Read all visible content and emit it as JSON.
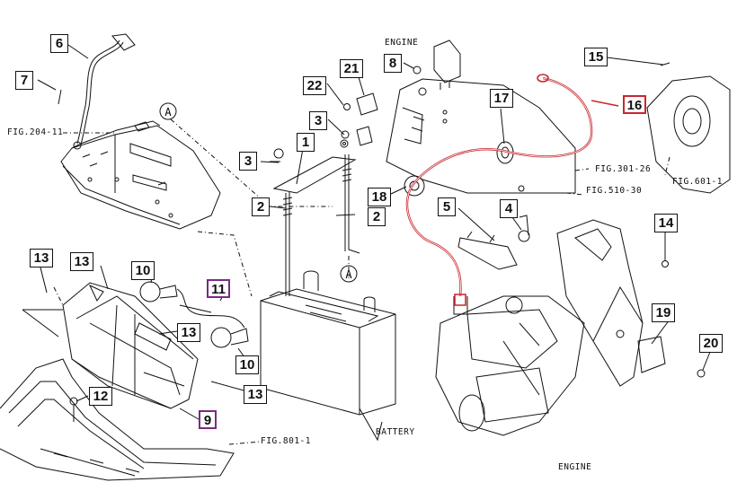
{
  "callouts": [
    {
      "id": "1",
      "accent": "normal"
    },
    {
      "id": "2",
      "accent": "normal"
    },
    {
      "id": "3",
      "accent": "normal"
    },
    {
      "id": "4",
      "accent": "normal"
    },
    {
      "id": "5",
      "accent": "normal"
    },
    {
      "id": "6",
      "accent": "normal"
    },
    {
      "id": "7",
      "accent": "normal"
    },
    {
      "id": "8",
      "accent": "normal"
    },
    {
      "id": "9",
      "accent": "purple"
    },
    {
      "id": "10",
      "accent": "normal"
    },
    {
      "id": "11",
      "accent": "purple"
    },
    {
      "id": "12",
      "accent": "normal"
    },
    {
      "id": "13",
      "accent": "normal"
    },
    {
      "id": "14",
      "accent": "normal"
    },
    {
      "id": "15",
      "accent": "normal"
    },
    {
      "id": "16",
      "accent": "red"
    },
    {
      "id": "17",
      "accent": "normal"
    },
    {
      "id": "18",
      "accent": "normal"
    },
    {
      "id": "19",
      "accent": "normal"
    },
    {
      "id": "20",
      "accent": "normal"
    },
    {
      "id": "21",
      "accent": "normal"
    },
    {
      "id": "22",
      "accent": "normal"
    }
  ],
  "labels": {
    "engine_top": "ENGINE",
    "engine_bottom": "ENGINE",
    "battery": "BATTERY",
    "fig_204_11": "FIG.204-11",
    "fig_301_26": "FIG.301-26",
    "fig_510_30": "FIG.510-30",
    "fig_601_1": "FIG.601-1",
    "fig_801_1": "FIG.801-1",
    "ref_a": "A"
  },
  "colors": {
    "line": "#111111",
    "highlight_red": "#c8272d",
    "highlight_purple": "#7a2b83"
  }
}
